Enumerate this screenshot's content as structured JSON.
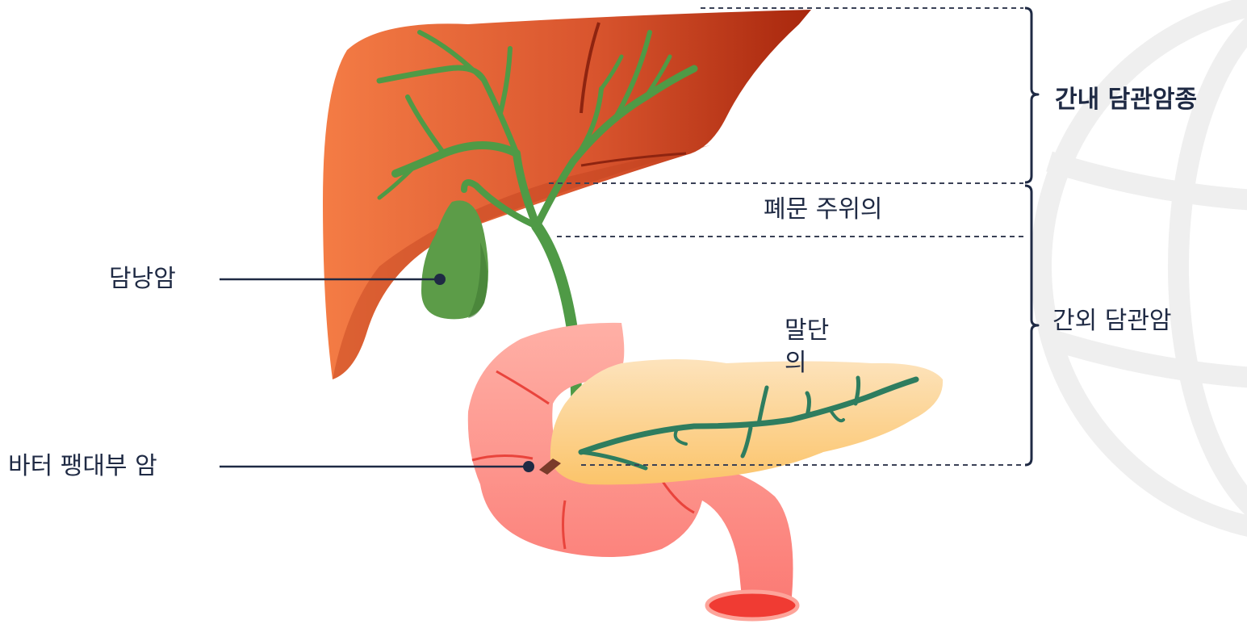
{
  "labels": {
    "intrahepatic": "간내 담관암종",
    "perihilar": "폐문 주위의",
    "extrahepatic": "간외 담관암",
    "distal": "말단의",
    "gallbladder_cancer": "담낭암",
    "ampulla_cancer": "바터 팽대부 암"
  },
  "colors": {
    "liver": "#e4623a",
    "bile_duct": "#4f9a46",
    "gallbladder": "#5c9c48",
    "pancreas": "#fcd79a",
    "pancreatic_duct": "#2e7d5f",
    "duodenum": "#f98a8a",
    "text": "#1f2a44"
  }
}
